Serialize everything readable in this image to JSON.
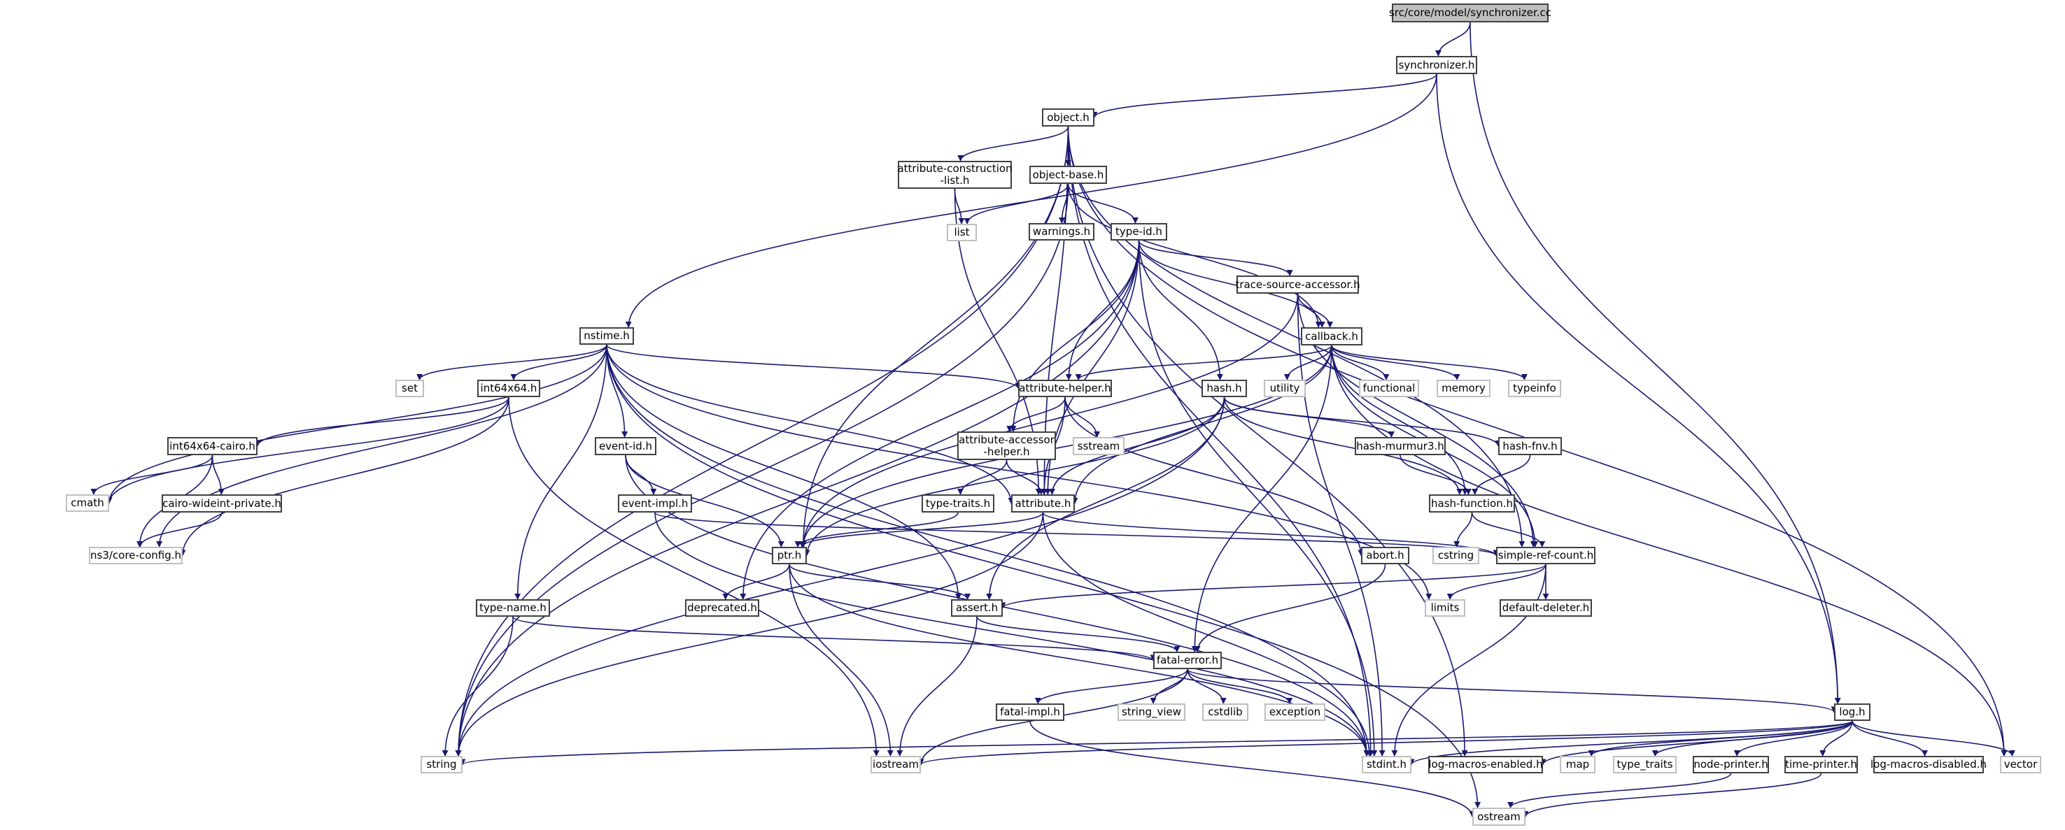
{
  "title": "Include dependency graph for src/core/model/synchronizer.cc",
  "colors": {
    "edge": "#191970",
    "root_fill": "#bfbfbf",
    "project_border": "#404040",
    "system_border": "#bfbfbf"
  },
  "nodes": [
    {
      "id": "root",
      "label": "src/core/model/synchronizer.cc",
      "kind": "root"
    },
    {
      "id": "synchronizer_h",
      "label": "synchronizer.h",
      "kind": "project"
    },
    {
      "id": "object_h",
      "label": "object.h",
      "kind": "project"
    },
    {
      "id": "attribute_construction_list_h",
      "label": "attribute-construction\n-list.h",
      "kind": "project"
    },
    {
      "id": "object_base_h",
      "label": "object-base.h",
      "kind": "project"
    },
    {
      "id": "list",
      "label": "list",
      "kind": "system"
    },
    {
      "id": "warnings_h",
      "label": "warnings.h",
      "kind": "project"
    },
    {
      "id": "type_id_h",
      "label": "type-id.h",
      "kind": "project"
    },
    {
      "id": "trace_source_accessor_h",
      "label": "trace-source-accessor.h",
      "kind": "project"
    },
    {
      "id": "nstime_h",
      "label": "nstime.h",
      "kind": "project"
    },
    {
      "id": "callback_h",
      "label": "callback.h",
      "kind": "project"
    },
    {
      "id": "set",
      "label": "set",
      "kind": "system"
    },
    {
      "id": "int64x64_h",
      "label": "int64x64.h",
      "kind": "project"
    },
    {
      "id": "attribute_helper_h",
      "label": "attribute-helper.h",
      "kind": "project"
    },
    {
      "id": "hash_h",
      "label": "hash.h",
      "kind": "project"
    },
    {
      "id": "utility",
      "label": "utility",
      "kind": "system"
    },
    {
      "id": "functional",
      "label": "functional",
      "kind": "system"
    },
    {
      "id": "memory",
      "label": "memory",
      "kind": "system"
    },
    {
      "id": "typeinfo",
      "label": "typeinfo",
      "kind": "system"
    },
    {
      "id": "int64x64_cairo_h",
      "label": "int64x64-cairo.h",
      "kind": "project"
    },
    {
      "id": "event_id_h",
      "label": "event-id.h",
      "kind": "project"
    },
    {
      "id": "attribute_accessor_helper_h",
      "label": "attribute-accessor\n-helper.h",
      "kind": "project"
    },
    {
      "id": "sstream",
      "label": "sstream",
      "kind": "system"
    },
    {
      "id": "hash_murmur3_h",
      "label": "hash-murmur3.h",
      "kind": "project"
    },
    {
      "id": "hash_fnv_h",
      "label": "hash-fnv.h",
      "kind": "project"
    },
    {
      "id": "cmath",
      "label": "cmath",
      "kind": "system"
    },
    {
      "id": "cairo_wideint_private_h",
      "label": "cairo-wideint-private.h",
      "kind": "project"
    },
    {
      "id": "event_impl_h",
      "label": "event-impl.h",
      "kind": "project"
    },
    {
      "id": "type_traits_h",
      "label": "type-traits.h",
      "kind": "project"
    },
    {
      "id": "attribute_h",
      "label": "attribute.h",
      "kind": "project"
    },
    {
      "id": "hash_function_h",
      "label": "hash-function.h",
      "kind": "project"
    },
    {
      "id": "ns3_core_config_h",
      "label": "ns3/core-config.h",
      "kind": "system"
    },
    {
      "id": "ptr_h",
      "label": "ptr.h",
      "kind": "project"
    },
    {
      "id": "abort_h",
      "label": "abort.h",
      "kind": "project"
    },
    {
      "id": "cstring",
      "label": "cstring",
      "kind": "system"
    },
    {
      "id": "simple_ref_count_h",
      "label": "simple-ref-count.h",
      "kind": "project"
    },
    {
      "id": "type_name_h",
      "label": "type-name.h",
      "kind": "project"
    },
    {
      "id": "deprecated_h",
      "label": "deprecated.h",
      "kind": "project"
    },
    {
      "id": "assert_h",
      "label": "assert.h",
      "kind": "project"
    },
    {
      "id": "limits",
      "label": "limits",
      "kind": "system"
    },
    {
      "id": "default_deleter_h",
      "label": "default-deleter.h",
      "kind": "project"
    },
    {
      "id": "fatal_error_h",
      "label": "fatal-error.h",
      "kind": "project"
    },
    {
      "id": "fatal_impl_h",
      "label": "fatal-impl.h",
      "kind": "project"
    },
    {
      "id": "string_view",
      "label": "string_view",
      "kind": "system"
    },
    {
      "id": "cstdlib",
      "label": "cstdlib",
      "kind": "system"
    },
    {
      "id": "exception",
      "label": "exception",
      "kind": "system"
    },
    {
      "id": "log_h",
      "label": "log.h",
      "kind": "project"
    },
    {
      "id": "string",
      "label": "string",
      "kind": "system"
    },
    {
      "id": "iostream",
      "label": "iostream",
      "kind": "system"
    },
    {
      "id": "stdint_h",
      "label": "stdint.h",
      "kind": "system"
    },
    {
      "id": "log_macros_enabled_h",
      "label": "log-macros-enabled.h",
      "kind": "project"
    },
    {
      "id": "map",
      "label": "map",
      "kind": "system"
    },
    {
      "id": "type_traits",
      "label": "type_traits",
      "kind": "system"
    },
    {
      "id": "node_printer_h",
      "label": "node-printer.h",
      "kind": "project"
    },
    {
      "id": "time_printer_h",
      "label": "time-printer.h",
      "kind": "project"
    },
    {
      "id": "log_macros_disabled_h",
      "label": "log-macros-disabled.h",
      "kind": "project"
    },
    {
      "id": "vector",
      "label": "vector",
      "kind": "system"
    },
    {
      "id": "ostream",
      "label": "ostream",
      "kind": "system"
    }
  ],
  "edges": [
    [
      "root",
      "synchronizer_h"
    ],
    [
      "root",
      "log_h"
    ],
    [
      "synchronizer_h",
      "object_h"
    ],
    [
      "synchronizer_h",
      "nstime_h"
    ],
    [
      "synchronizer_h",
      "log_h"
    ],
    [
      "object_h",
      "attribute_construction_list_h"
    ],
    [
      "object_h",
      "object_base_h"
    ],
    [
      "object_h",
      "ptr_h"
    ],
    [
      "object_h",
      "attribute_h"
    ],
    [
      "object_h",
      "string"
    ],
    [
      "object_h",
      "simple_ref_count_h"
    ],
    [
      "object_h",
      "stdint_h"
    ],
    [
      "object_h",
      "vector"
    ],
    [
      "object_h",
      "log_macros_enabled_h"
    ],
    [
      "attribute_construction_list_h",
      "list"
    ],
    [
      "attribute_construction_list_h",
      "attribute_h"
    ],
    [
      "object_base_h",
      "list"
    ],
    [
      "object_base_h",
      "warnings_h"
    ],
    [
      "object_base_h",
      "type_id_h"
    ],
    [
      "object_base_h",
      "callback_h"
    ],
    [
      "object_base_h",
      "string"
    ],
    [
      "type_id_h",
      "trace_source_accessor_h"
    ],
    [
      "type_id_h",
      "callback_h"
    ],
    [
      "type_id_h",
      "hash_h"
    ],
    [
      "type_id_h",
      "attribute_h"
    ],
    [
      "type_id_h",
      "attribute_accessor_helper_h"
    ],
    [
      "type_id_h",
      "attribute_helper_h"
    ],
    [
      "type_id_h",
      "deprecated_h"
    ],
    [
      "type_id_h",
      "string"
    ],
    [
      "type_id_h",
      "stdint_h"
    ],
    [
      "trace_source_accessor_h",
      "callback_h"
    ],
    [
      "trace_source_accessor_h",
      "ptr_h"
    ],
    [
      "trace_source_accessor_h",
      "simple_ref_count_h"
    ],
    [
      "trace_source_accessor_h",
      "stdint_h"
    ],
    [
      "nstime_h",
      "set"
    ],
    [
      "nstime_h",
      "int64x64_h"
    ],
    [
      "nstime_h",
      "event_id_h"
    ],
    [
      "nstime_h",
      "type_name_h"
    ],
    [
      "nstime_h",
      "attribute_h"
    ],
    [
      "nstime_h",
      "attribute_helper_h"
    ],
    [
      "nstime_h",
      "assert_h"
    ],
    [
      "nstime_h",
      "cmath"
    ],
    [
      "nstime_h",
      "ns3_core_config_h"
    ],
    [
      "nstime_h",
      "ostream"
    ],
    [
      "nstime_h",
      "limits"
    ],
    [
      "nstime_h",
      "stdint_h"
    ],
    [
      "int64x64_h",
      "int64x64_cairo_h"
    ],
    [
      "int64x64_h",
      "cmath"
    ],
    [
      "int64x64_h",
      "ns3_core_config_h"
    ],
    [
      "int64x64_h",
      "iostream"
    ],
    [
      "int64x64_cairo_h",
      "cmath"
    ],
    [
      "int64x64_cairo_h",
      "cairo_wideint_private_h"
    ],
    [
      "int64x64_cairo_h",
      "ns3_core_config_h"
    ],
    [
      "cairo_wideint_private_h",
      "ns3_core_config_h"
    ],
    [
      "event_id_h",
      "event_impl_h"
    ],
    [
      "event_id_h",
      "ptr_h"
    ],
    [
      "event_id_h",
      "stdint_h"
    ],
    [
      "event_impl_h",
      "simple_ref_count_h"
    ],
    [
      "event_impl_h",
      "stdint_h"
    ],
    [
      "callback_h",
      "attribute_helper_h"
    ],
    [
      "callback_h",
      "attribute_h"
    ],
    [
      "callback_h",
      "ptr_h"
    ],
    [
      "callback_h",
      "utility"
    ],
    [
      "callback_h",
      "functional"
    ],
    [
      "callback_h",
      "memory"
    ],
    [
      "callback_h",
      "typeinfo"
    ],
    [
      "callback_h",
      "fatal_error_h"
    ],
    [
      "callback_h",
      "simple_ref_count_h"
    ],
    [
      "callback_h",
      "hash_function_h"
    ],
    [
      "callback_h",
      "vector"
    ],
    [
      "attribute_helper_h",
      "attribute_accessor_helper_h"
    ],
    [
      "attribute_helper_h",
      "sstream"
    ],
    [
      "attribute_helper_h",
      "attribute_h"
    ],
    [
      "attribute_helper_h",
      "abort_h"
    ],
    [
      "attribute_accessor_helper_h",
      "type_traits_h"
    ],
    [
      "attribute_accessor_helper_h",
      "attribute_h"
    ],
    [
      "hash_h",
      "hash_murmur3_h"
    ],
    [
      "hash_h",
      "hash_fnv_h"
    ],
    [
      "hash_h",
      "hash_function_h"
    ],
    [
      "hash_h",
      "ptr_h"
    ],
    [
      "hash_h",
      "assert_h"
    ],
    [
      "hash_h",
      "string"
    ],
    [
      "hash_h",
      "attribute_h"
    ],
    [
      "hash_murmur3_h",
      "hash_function_h"
    ],
    [
      "hash_fnv_h",
      "hash_function_h"
    ],
    [
      "hash_function_h",
      "cstring"
    ],
    [
      "hash_function_h",
      "simple_ref_count_h"
    ],
    [
      "type_traits_h",
      "ptr_h"
    ],
    [
      "attribute_h",
      "ptr_h"
    ],
    [
      "attribute_h",
      "simple_ref_count_h"
    ],
    [
      "attribute_h",
      "string"
    ],
    [
      "attribute_h",
      "stdint_h"
    ],
    [
      "ptr_h",
      "deprecated_h"
    ],
    [
      "ptr_h",
      "assert_h"
    ],
    [
      "ptr_h",
      "iostream"
    ],
    [
      "ptr_h",
      "stdint_h"
    ],
    [
      "simple_ref_count_h",
      "assert_h"
    ],
    [
      "simple_ref_count_h",
      "limits"
    ],
    [
      "simple_ref_count_h",
      "default_deleter_h"
    ],
    [
      "simple_ref_count_h",
      "stdint_h"
    ],
    [
      "abort_h",
      "fatal_error_h"
    ],
    [
      "type_name_h",
      "fatal_error_h"
    ],
    [
      "type_name_h",
      "string"
    ],
    [
      "assert_h",
      "fatal_error_h"
    ],
    [
      "assert_h",
      "iostream"
    ],
    [
      "fatal_error_h",
      "fatal_impl_h"
    ],
    [
      "fatal_error_h",
      "string_view"
    ],
    [
      "fatal_error_h",
      "cstdlib"
    ],
    [
      "fatal_error_h",
      "exception"
    ],
    [
      "fatal_error_h",
      "log_h"
    ],
    [
      "fatal_error_h",
      "iostream"
    ],
    [
      "fatal_impl_h",
      "ostream"
    ],
    [
      "log_h",
      "string"
    ],
    [
      "log_h",
      "iostream"
    ],
    [
      "log_h",
      "stdint_h"
    ],
    [
      "log_h",
      "log_macros_enabled_h"
    ],
    [
      "log_h",
      "map"
    ],
    [
      "log_h",
      "type_traits"
    ],
    [
      "log_h",
      "node_printer_h"
    ],
    [
      "log_h",
      "time_printer_h"
    ],
    [
      "log_h",
      "log_macros_disabled_h"
    ],
    [
      "log_h",
      "vector"
    ],
    [
      "node_printer_h",
      "ostream"
    ],
    [
      "time_printer_h",
      "ostream"
    ]
  ]
}
